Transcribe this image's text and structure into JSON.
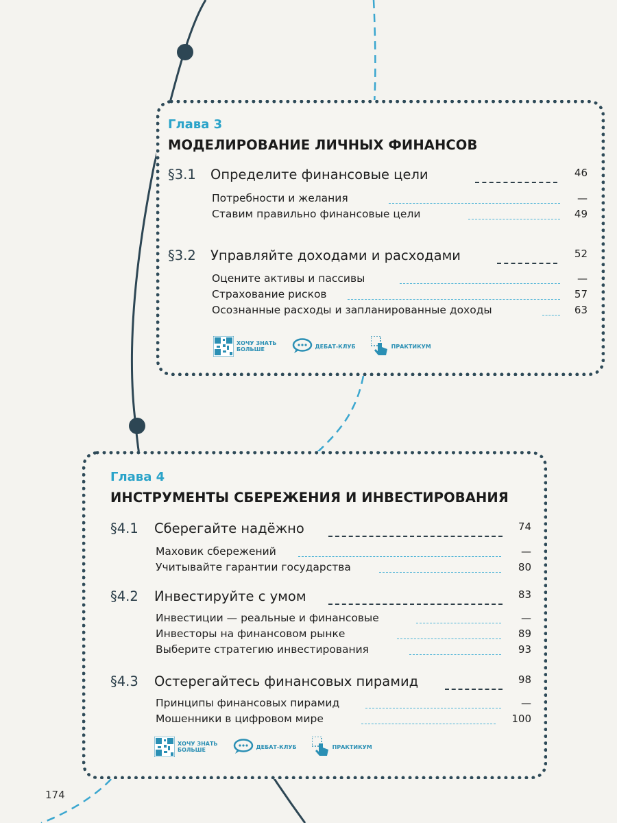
{
  "page_number": "174",
  "chapters": [
    {
      "label": "Глава 3",
      "title": "МОДЕЛИРОВАНИЕ ЛИЧНЫХ ФИНАНСОВ",
      "sections": [
        {
          "num": "§3.1",
          "title": "Определите финансовые цели",
          "page": "46",
          "subs": [
            {
              "title": "Потребности и желания",
              "page": "—"
            },
            {
              "title": "Ставим правильно финансовые цели",
              "page": "49"
            }
          ]
        },
        {
          "num": "§3.2",
          "title": "Управляйте доходами и расходами",
          "page": "52",
          "subs": [
            {
              "title": "Оцените активы и пассивы",
              "page": "—"
            },
            {
              "title": "Страхование рисков",
              "page": "57"
            },
            {
              "title": "Осознанные расходы и запланированные доходы",
              "page": "63"
            }
          ]
        }
      ],
      "icons": [
        {
          "icon": "qr-code-icon",
          "label_1": "ХОЧУ ЗНАТЬ",
          "label_2": "БОЛЬШЕ"
        },
        {
          "icon": "speech-bubble-icon",
          "label_1": "ДЕБАТ-КЛУБ",
          "label_2": ""
        },
        {
          "icon": "pointing-hand-icon",
          "label_1": "ПРАКТИКУМ",
          "label_2": ""
        }
      ]
    },
    {
      "label": "Глава 4",
      "title": "ИНСТРУМЕНТЫ СБЕРЕЖЕНИЯ И ИНВЕСТИРОВАНИЯ",
      "sections": [
        {
          "num": "§4.1",
          "title": "Сберегайте надёжно",
          "page": "74",
          "subs": [
            {
              "title": "Маховик сбережений",
              "page": "—"
            },
            {
              "title": "Учитывайте гарантии государства",
              "page": "80"
            }
          ]
        },
        {
          "num": "§4.2",
          "title": "Инвестируйте с умом",
          "page": "83",
          "subs": [
            {
              "title": "Инвестиции — реальные и финансовые",
              "page": "—"
            },
            {
              "title": "Инвесторы на финансовом рынке",
              "page": "89"
            },
            {
              "title": "Выберите стратегию инвестирования",
              "page": "93"
            }
          ]
        },
        {
          "num": "§4.3",
          "title": "Остерегайтесь финансовых пирамид",
          "page": "98",
          "subs": [
            {
              "title": "Принципы финансовых пирамид",
              "page": "—"
            },
            {
              "title": "Мошенники в цифровом мире",
              "page": "100"
            }
          ]
        }
      ],
      "icons": [
        {
          "icon": "qr-code-icon",
          "label_1": "ХОЧУ ЗНАТЬ",
          "label_2": "БОЛЬШЕ"
        },
        {
          "icon": "speech-bubble-icon",
          "label_1": "ДЕБАТ-КЛУБ",
          "label_2": ""
        },
        {
          "icon": "pointing-hand-icon",
          "label_1": "ПРАКТИКУМ",
          "label_2": ""
        }
      ]
    }
  ],
  "colors": {
    "accent": "#2aa3c9",
    "border": "#2e4a58",
    "leader_light": "#4ab2d6",
    "leader_dark": "#2d3e48"
  }
}
